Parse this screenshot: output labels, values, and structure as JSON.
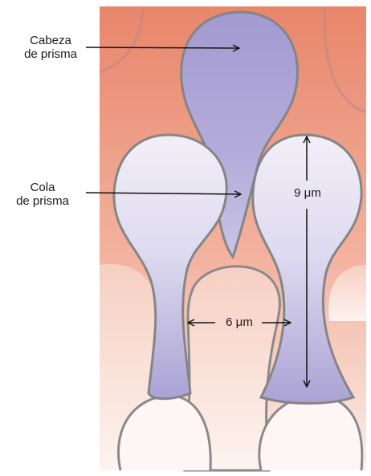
{
  "labels": {
    "head": "Cabeza\nde prisma",
    "tail": "Cola\nde prisma",
    "height_measure": "9 μm",
    "width_measure": "6 μm"
  },
  "colors": {
    "background_top": "#e8866b",
    "background_bottom": "#fbeee9",
    "prism_fill": "#a9a1d3",
    "prism_fill_light": "#eeeaf5",
    "outline": "#858585",
    "arrow": "#111111"
  }
}
